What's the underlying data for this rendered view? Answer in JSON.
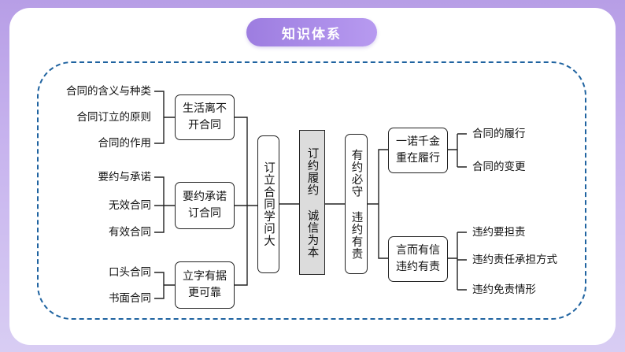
{
  "header": {
    "title": "知识体系"
  },
  "left_groups": [
    {
      "box": "生活离不开合同",
      "leaves": [
        "合同的含义与种类",
        "合同订立的原则",
        "合同的作用"
      ]
    },
    {
      "box": "要约承诺订合同",
      "leaves": [
        "要约与承诺",
        "无效合同",
        "有效合同"
      ]
    },
    {
      "box": "立字有据更可靠",
      "leaves": [
        "口头合同",
        "书面合同"
      ]
    }
  ],
  "left_hub": "订立合同学问大",
  "center": "订约履约 诚信为本",
  "right_hub": "有约必守 违约有责",
  "right_groups": [
    {
      "box": "一诺千金重在履行",
      "leaves": [
        "合同的履行",
        "合同的变更"
      ]
    },
    {
      "box": "言而有信违约有责",
      "leaves": [
        "违约要担责",
        "违约责任承担方式",
        "违约免责情形"
      ]
    }
  ]
}
